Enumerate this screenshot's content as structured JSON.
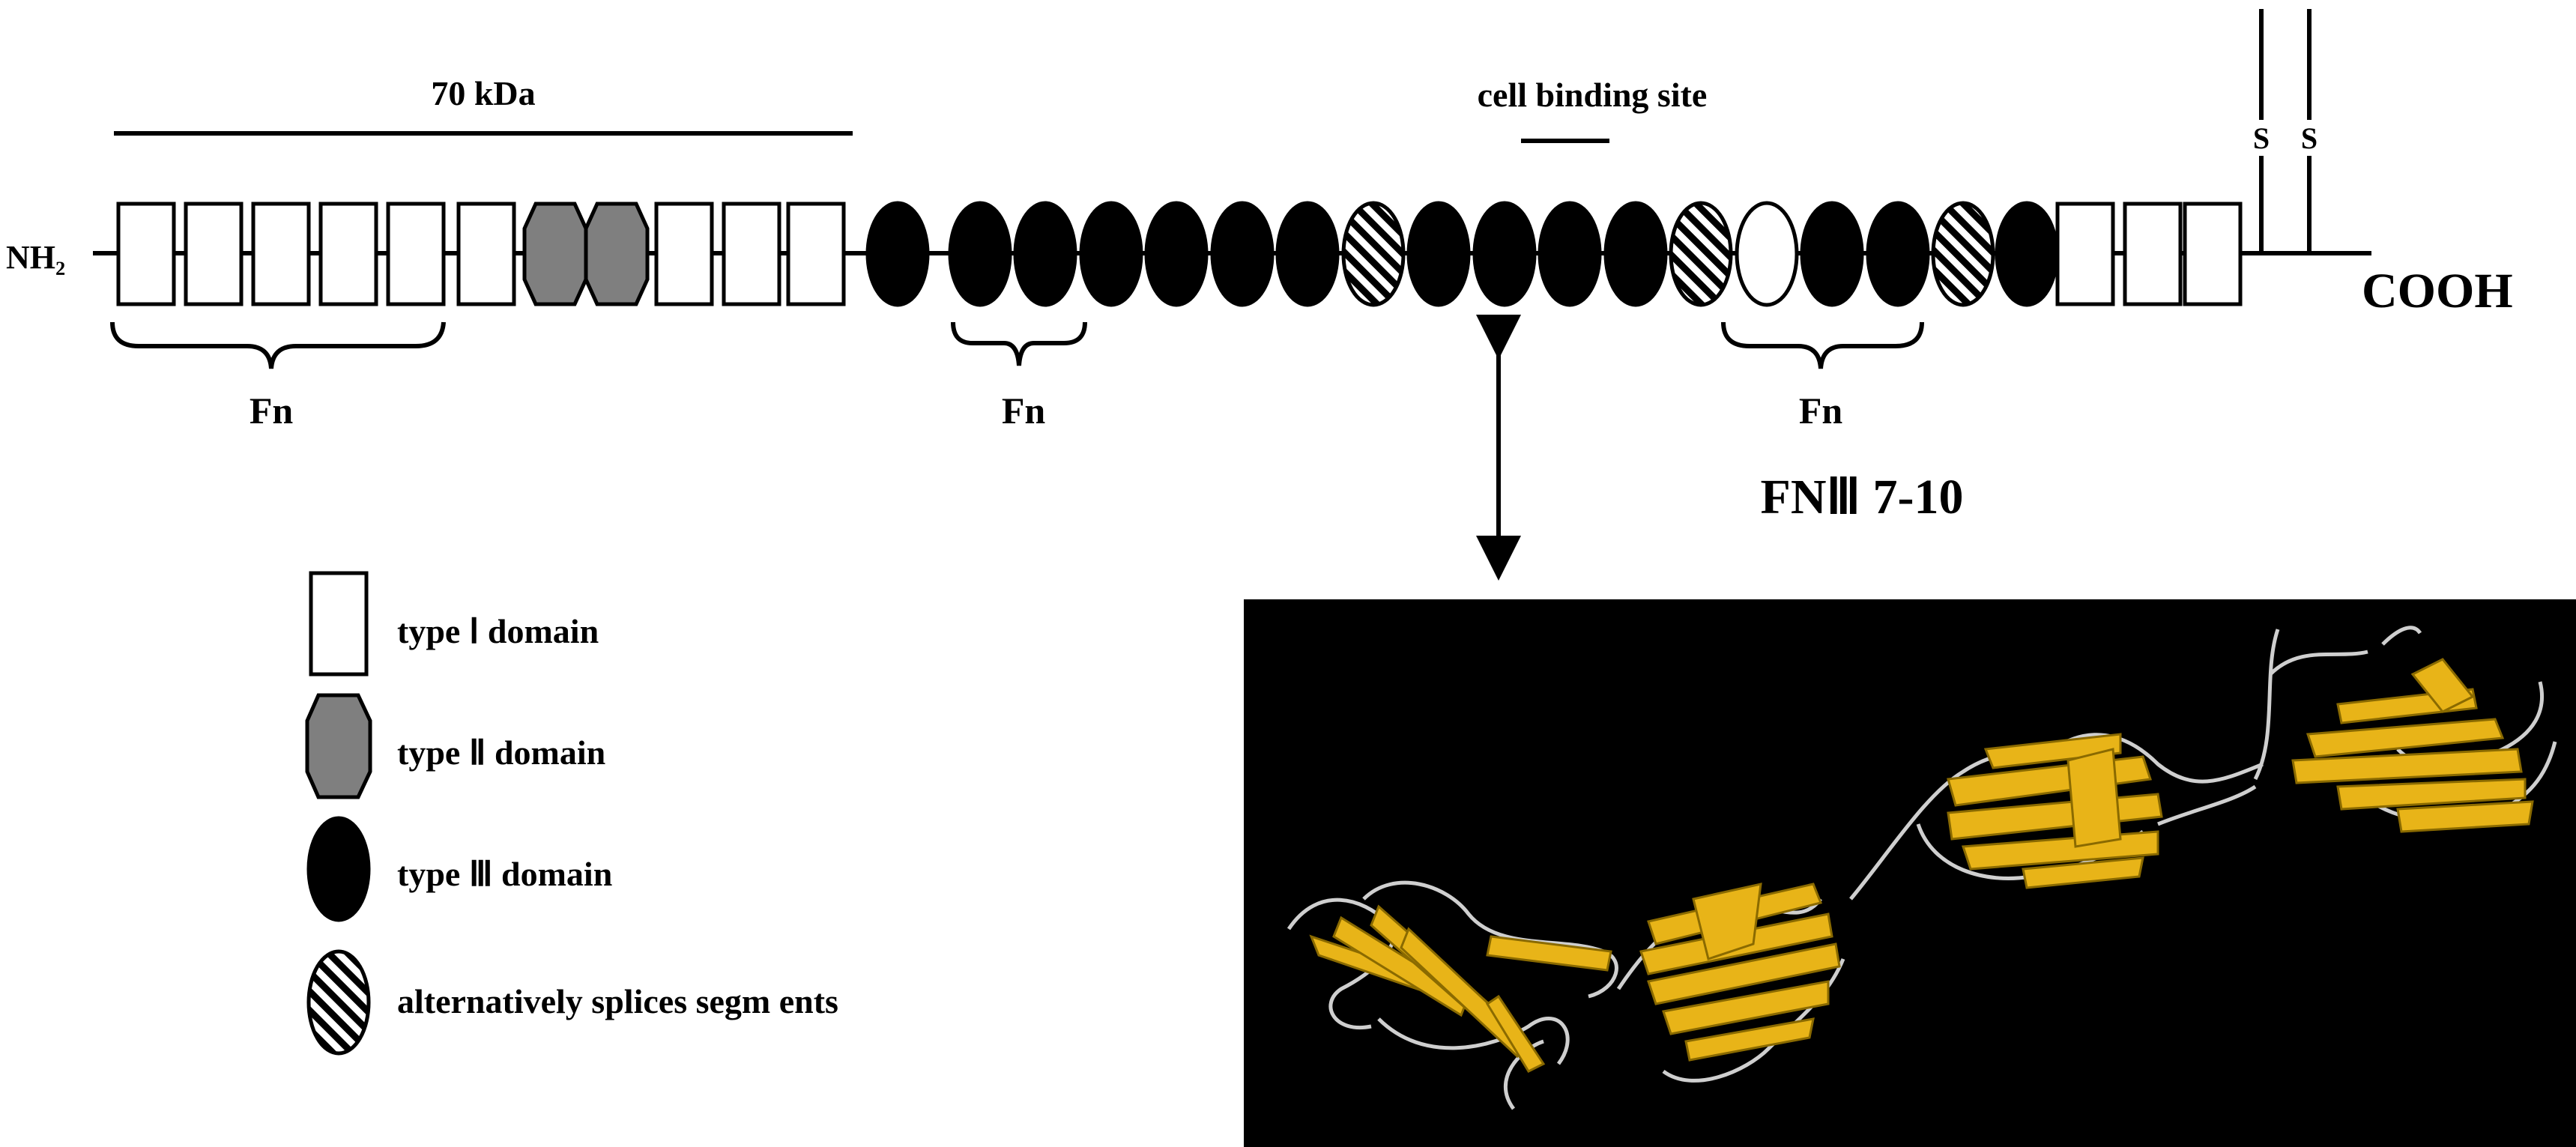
{
  "labels": {
    "fragment_70kda": "70 kDa",
    "cell_binding_site": "cell binding site",
    "nh2": "NH₂",
    "cooh": "COOH",
    "disulfide_s1": "S",
    "disulfide_s2": "S",
    "fn_left": "Fn",
    "fn_middle": "Fn",
    "fn_right": "Fn",
    "fn_iii_7_10": "FNⅢ 7-10"
  },
  "legend": {
    "type_i": "type Ⅰ domain",
    "type_ii": "type Ⅱ  domain",
    "type_iii": "type Ⅲ domain",
    "alt_spliced": "alternatively splices segm ents"
  },
  "colors": {
    "background": "#ffffff",
    "type_i_fill": "#ffffff",
    "type_ii_fill": "#7f7f7f",
    "type_iii_fill": "#000000",
    "structure_background": "#000000",
    "beta_strand": "#e8b418",
    "loop": "#cfcfcf"
  }
}
